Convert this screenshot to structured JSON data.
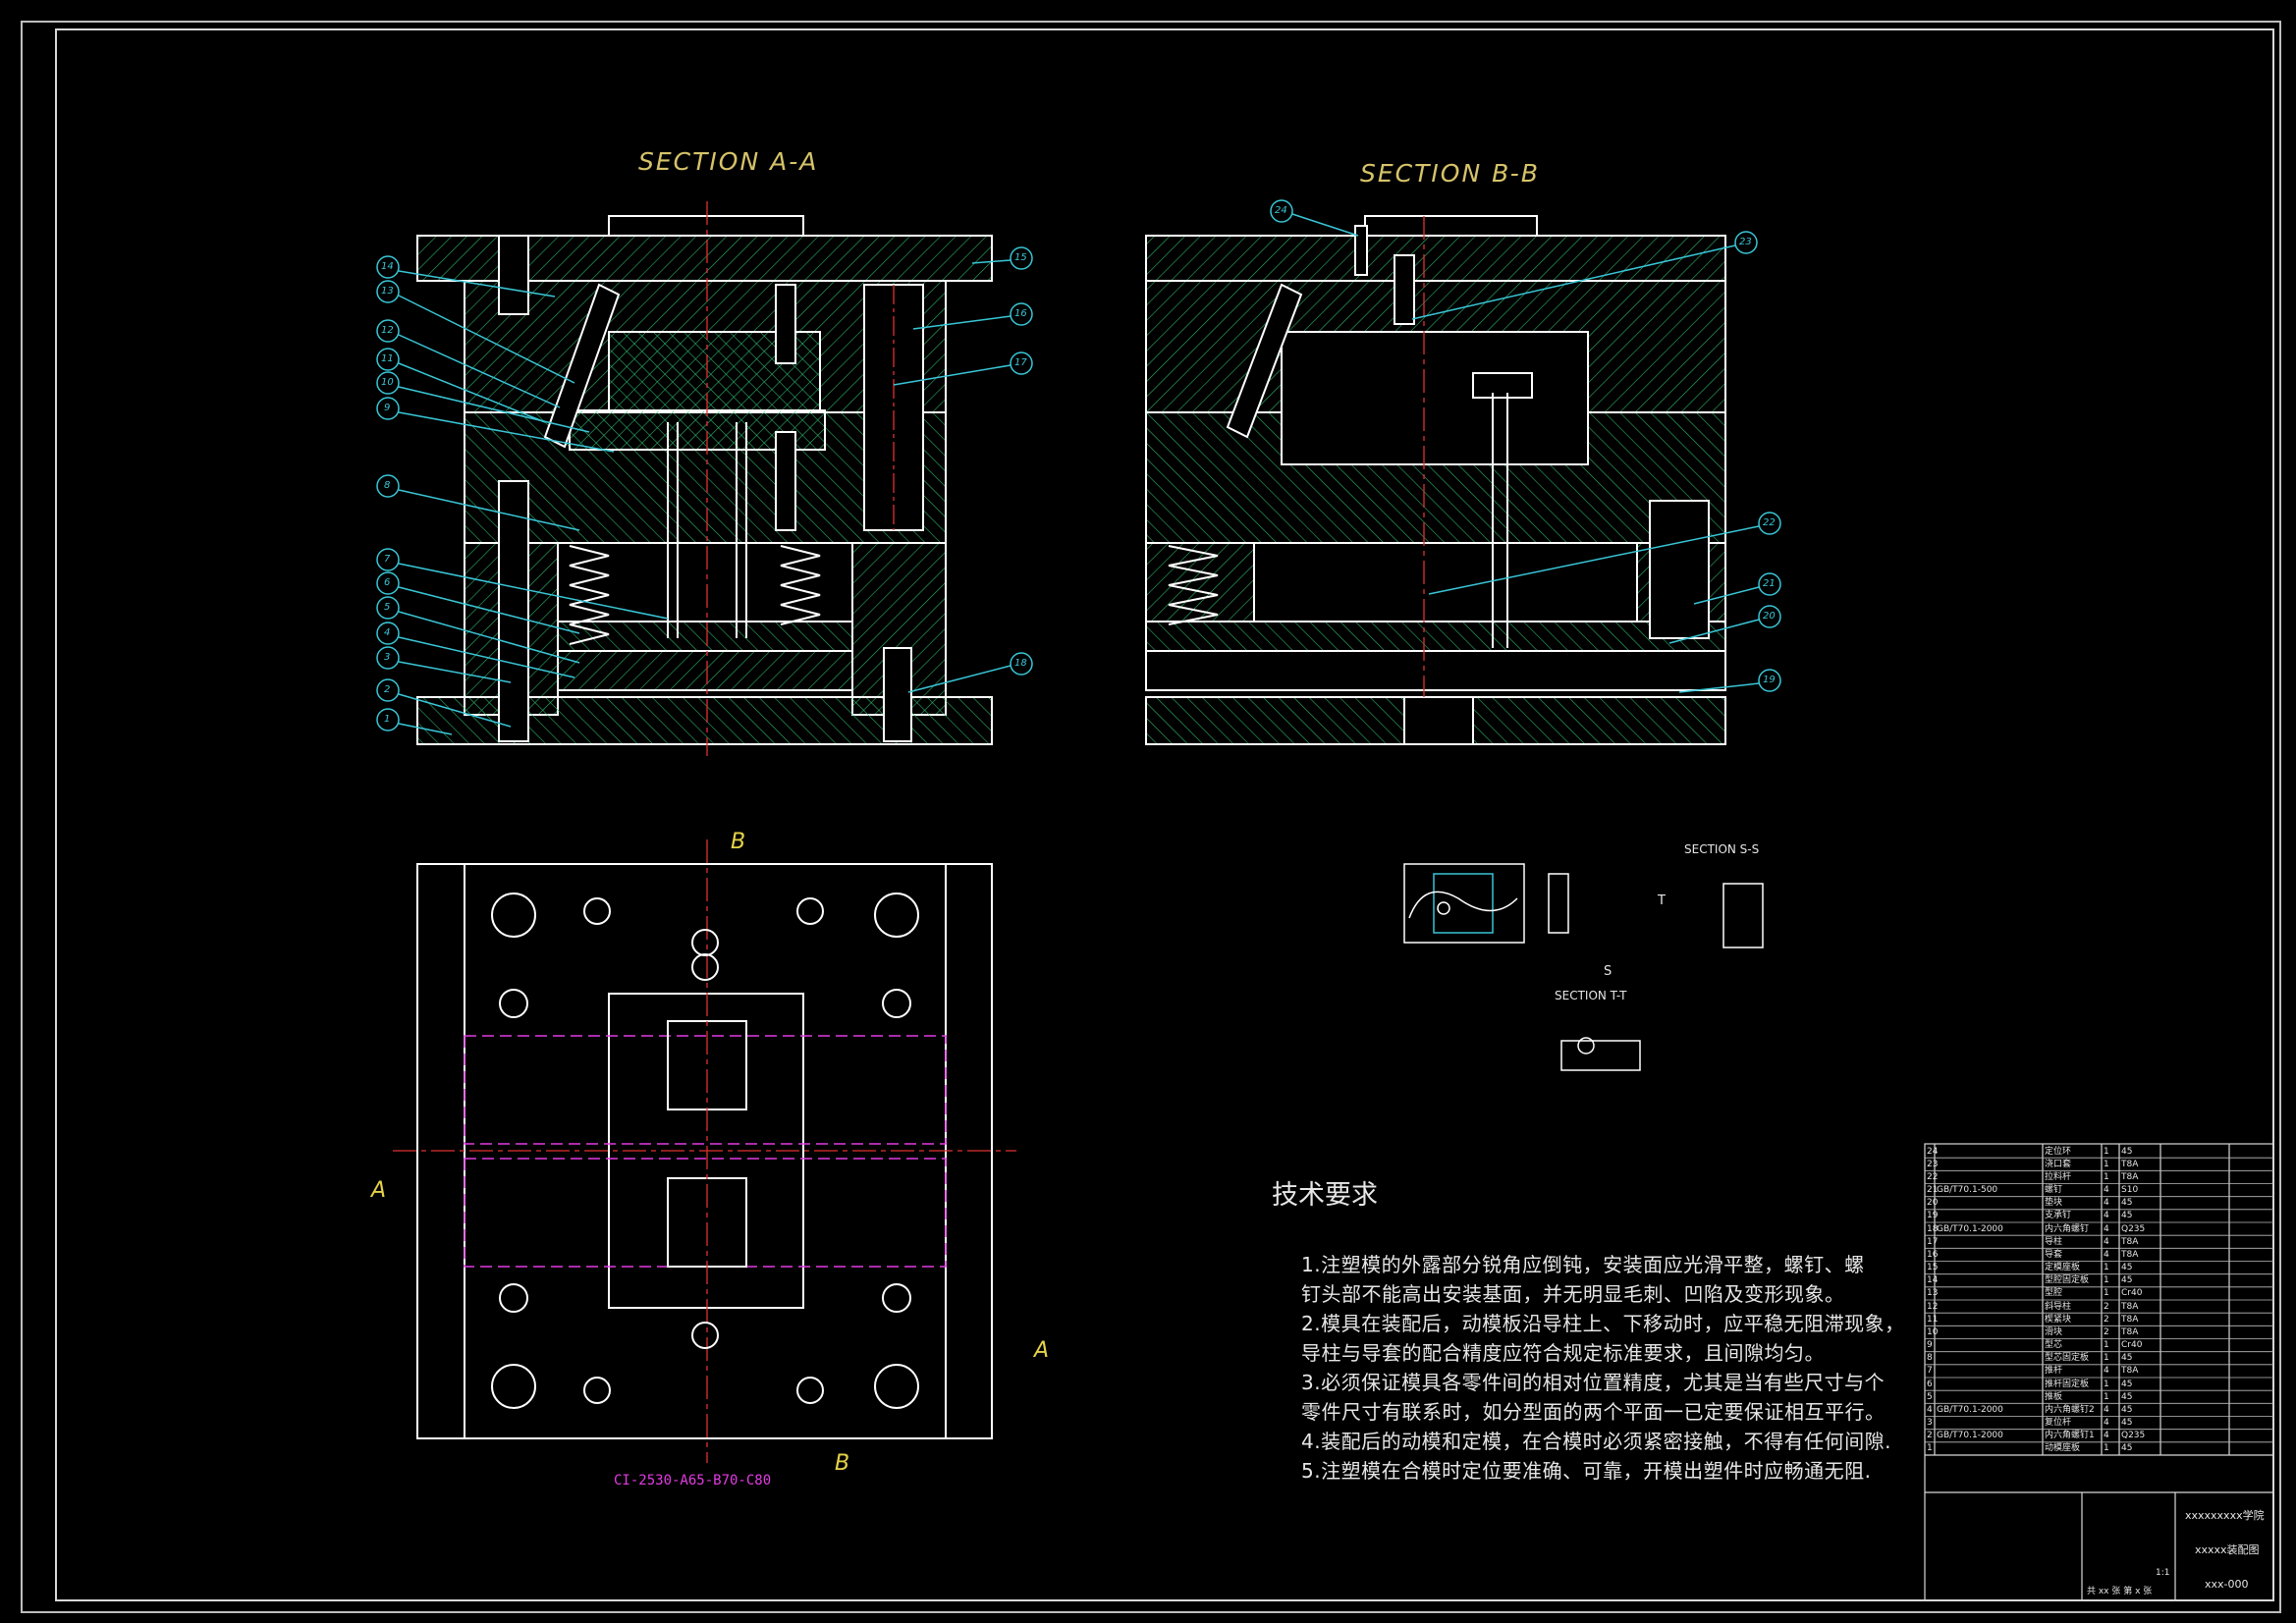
{
  "section_labels": {
    "section_aa": "SECTION A-A",
    "section_bb": "SECTION B-B",
    "section_ss": "SECTION S-S",
    "section_tt": "SECTION T-T"
  },
  "view_markers": {
    "b_top": "B",
    "b_bottom": "B",
    "a_left": "A",
    "a_right": "A",
    "section_s": "S",
    "section_t": "T"
  },
  "part_numbers_aa": [
    "14",
    "13",
    "12",
    "11",
    "10",
    "9",
    "8",
    "7",
    "6",
    "5",
    "4",
    "3",
    "2",
    "1",
    "15",
    "16",
    "17",
    "18"
  ],
  "part_numbers_bb": [
    "24",
    "23",
    "22",
    "21",
    "20",
    "19"
  ],
  "mold_base_label": "CI-2530-A65-B70-C80",
  "tech_requirements": {
    "title": "技术要求",
    "lines": [
      "1.注塑模的外露部分锐角应倒钝，安装面应光滑平整，螺钉、螺",
      "   钉头部不能高出安装基面，并无明显毛刺、凹陷及变形现象。",
      "2.模具在装配后，动模板沿导柱上、下移动时，应平稳无阻滞现象，",
      "   导柱与导套的配合精度应符合规定标准要求，且间隙均匀。",
      "3.必须保证模具各零件间的相对位置精度，尤其是当有些尺寸与个",
      "   零件尺寸有联系时，如分型面的两个平面一已定要保证相互平行。",
      "4.装配后的动模和定模，在合模时必须紧密接触，不得有任何间隙.",
      "5.注塑模在合模时定位要准确、可靠，开模出塑件时应畅通无阻."
    ]
  },
  "bom": [
    {
      "no": "24",
      "std": "",
      "name": "定位环",
      "qty": "1",
      "mat": "45"
    },
    {
      "no": "23",
      "std": "",
      "name": "浇口套",
      "qty": "1",
      "mat": "T8A"
    },
    {
      "no": "22",
      "std": "",
      "name": "拉料杆",
      "qty": "1",
      "mat": "T8A"
    },
    {
      "no": "21",
      "std": "GB/T70.1-500",
      "name": "螺钉",
      "qty": "4",
      "mat": "S10"
    },
    {
      "no": "20",
      "std": "",
      "name": "垫块",
      "qty": "4",
      "mat": "45"
    },
    {
      "no": "19",
      "std": "",
      "name": "支承钉",
      "qty": "4",
      "mat": "45"
    },
    {
      "no": "18",
      "std": "GB/T70.1-2000",
      "name": "内六角螺钉",
      "qty": "4",
      "mat": "Q235"
    },
    {
      "no": "17",
      "std": "",
      "name": "导柱",
      "qty": "4",
      "mat": "T8A"
    },
    {
      "no": "16",
      "std": "",
      "name": "导套",
      "qty": "4",
      "mat": "T8A"
    },
    {
      "no": "15",
      "std": "",
      "name": "定模座板",
      "qty": "1",
      "mat": "45"
    },
    {
      "no": "14",
      "std": "",
      "name": "型腔固定板",
      "qty": "1",
      "mat": "45"
    },
    {
      "no": "13",
      "std": "",
      "name": "型腔",
      "qty": "1",
      "mat": "Cr40"
    },
    {
      "no": "12",
      "std": "",
      "name": "斜导柱",
      "qty": "2",
      "mat": "T8A"
    },
    {
      "no": "11",
      "std": "",
      "name": "楔紧块",
      "qty": "2",
      "mat": "T8A"
    },
    {
      "no": "10",
      "std": "",
      "name": "滑块",
      "qty": "2",
      "mat": "T8A"
    },
    {
      "no": "9",
      "std": "",
      "name": "型芯",
      "qty": "1",
      "mat": "Cr40"
    },
    {
      "no": "8",
      "std": "",
      "name": "型芯固定板",
      "qty": "1",
      "mat": "45"
    },
    {
      "no": "7",
      "std": "",
      "name": "推杆",
      "qty": "4",
      "mat": "T8A"
    },
    {
      "no": "6",
      "std": "",
      "name": "推杆固定板",
      "qty": "1",
      "mat": "45"
    },
    {
      "no": "5",
      "std": "",
      "name": "推板",
      "qty": "1",
      "mat": "45"
    },
    {
      "no": "4",
      "std": "GB/T70.1-2000",
      "name": "内六角螺钉2",
      "qty": "4",
      "mat": "45"
    },
    {
      "no": "3",
      "std": "",
      "name": "复位杆",
      "qty": "4",
      "mat": "45"
    },
    {
      "no": "2",
      "std": "GB/T70.1-2000",
      "name": "内六角螺钉1",
      "qty": "4",
      "mat": "Q235"
    },
    {
      "no": "1",
      "std": "",
      "name": "动模座板",
      "qty": "1",
      "mat": "45"
    }
  ],
  "title_block": {
    "school": "xxxxxxxxx学院",
    "drawing_name": "xxxxx装配图",
    "drawing_no": "xxx-000",
    "sheet": "共 xx 张  第 x 张",
    "scale": "1:1"
  },
  "colors": {
    "background": "#000000",
    "frame": "#d8d8d8",
    "outline": "#ffffff",
    "hatch": "#2db36b",
    "centerline": "#e03030",
    "hidden": "#e33be3",
    "leader": "#39c6d6",
    "title_yellow": "#d6c36a"
  }
}
